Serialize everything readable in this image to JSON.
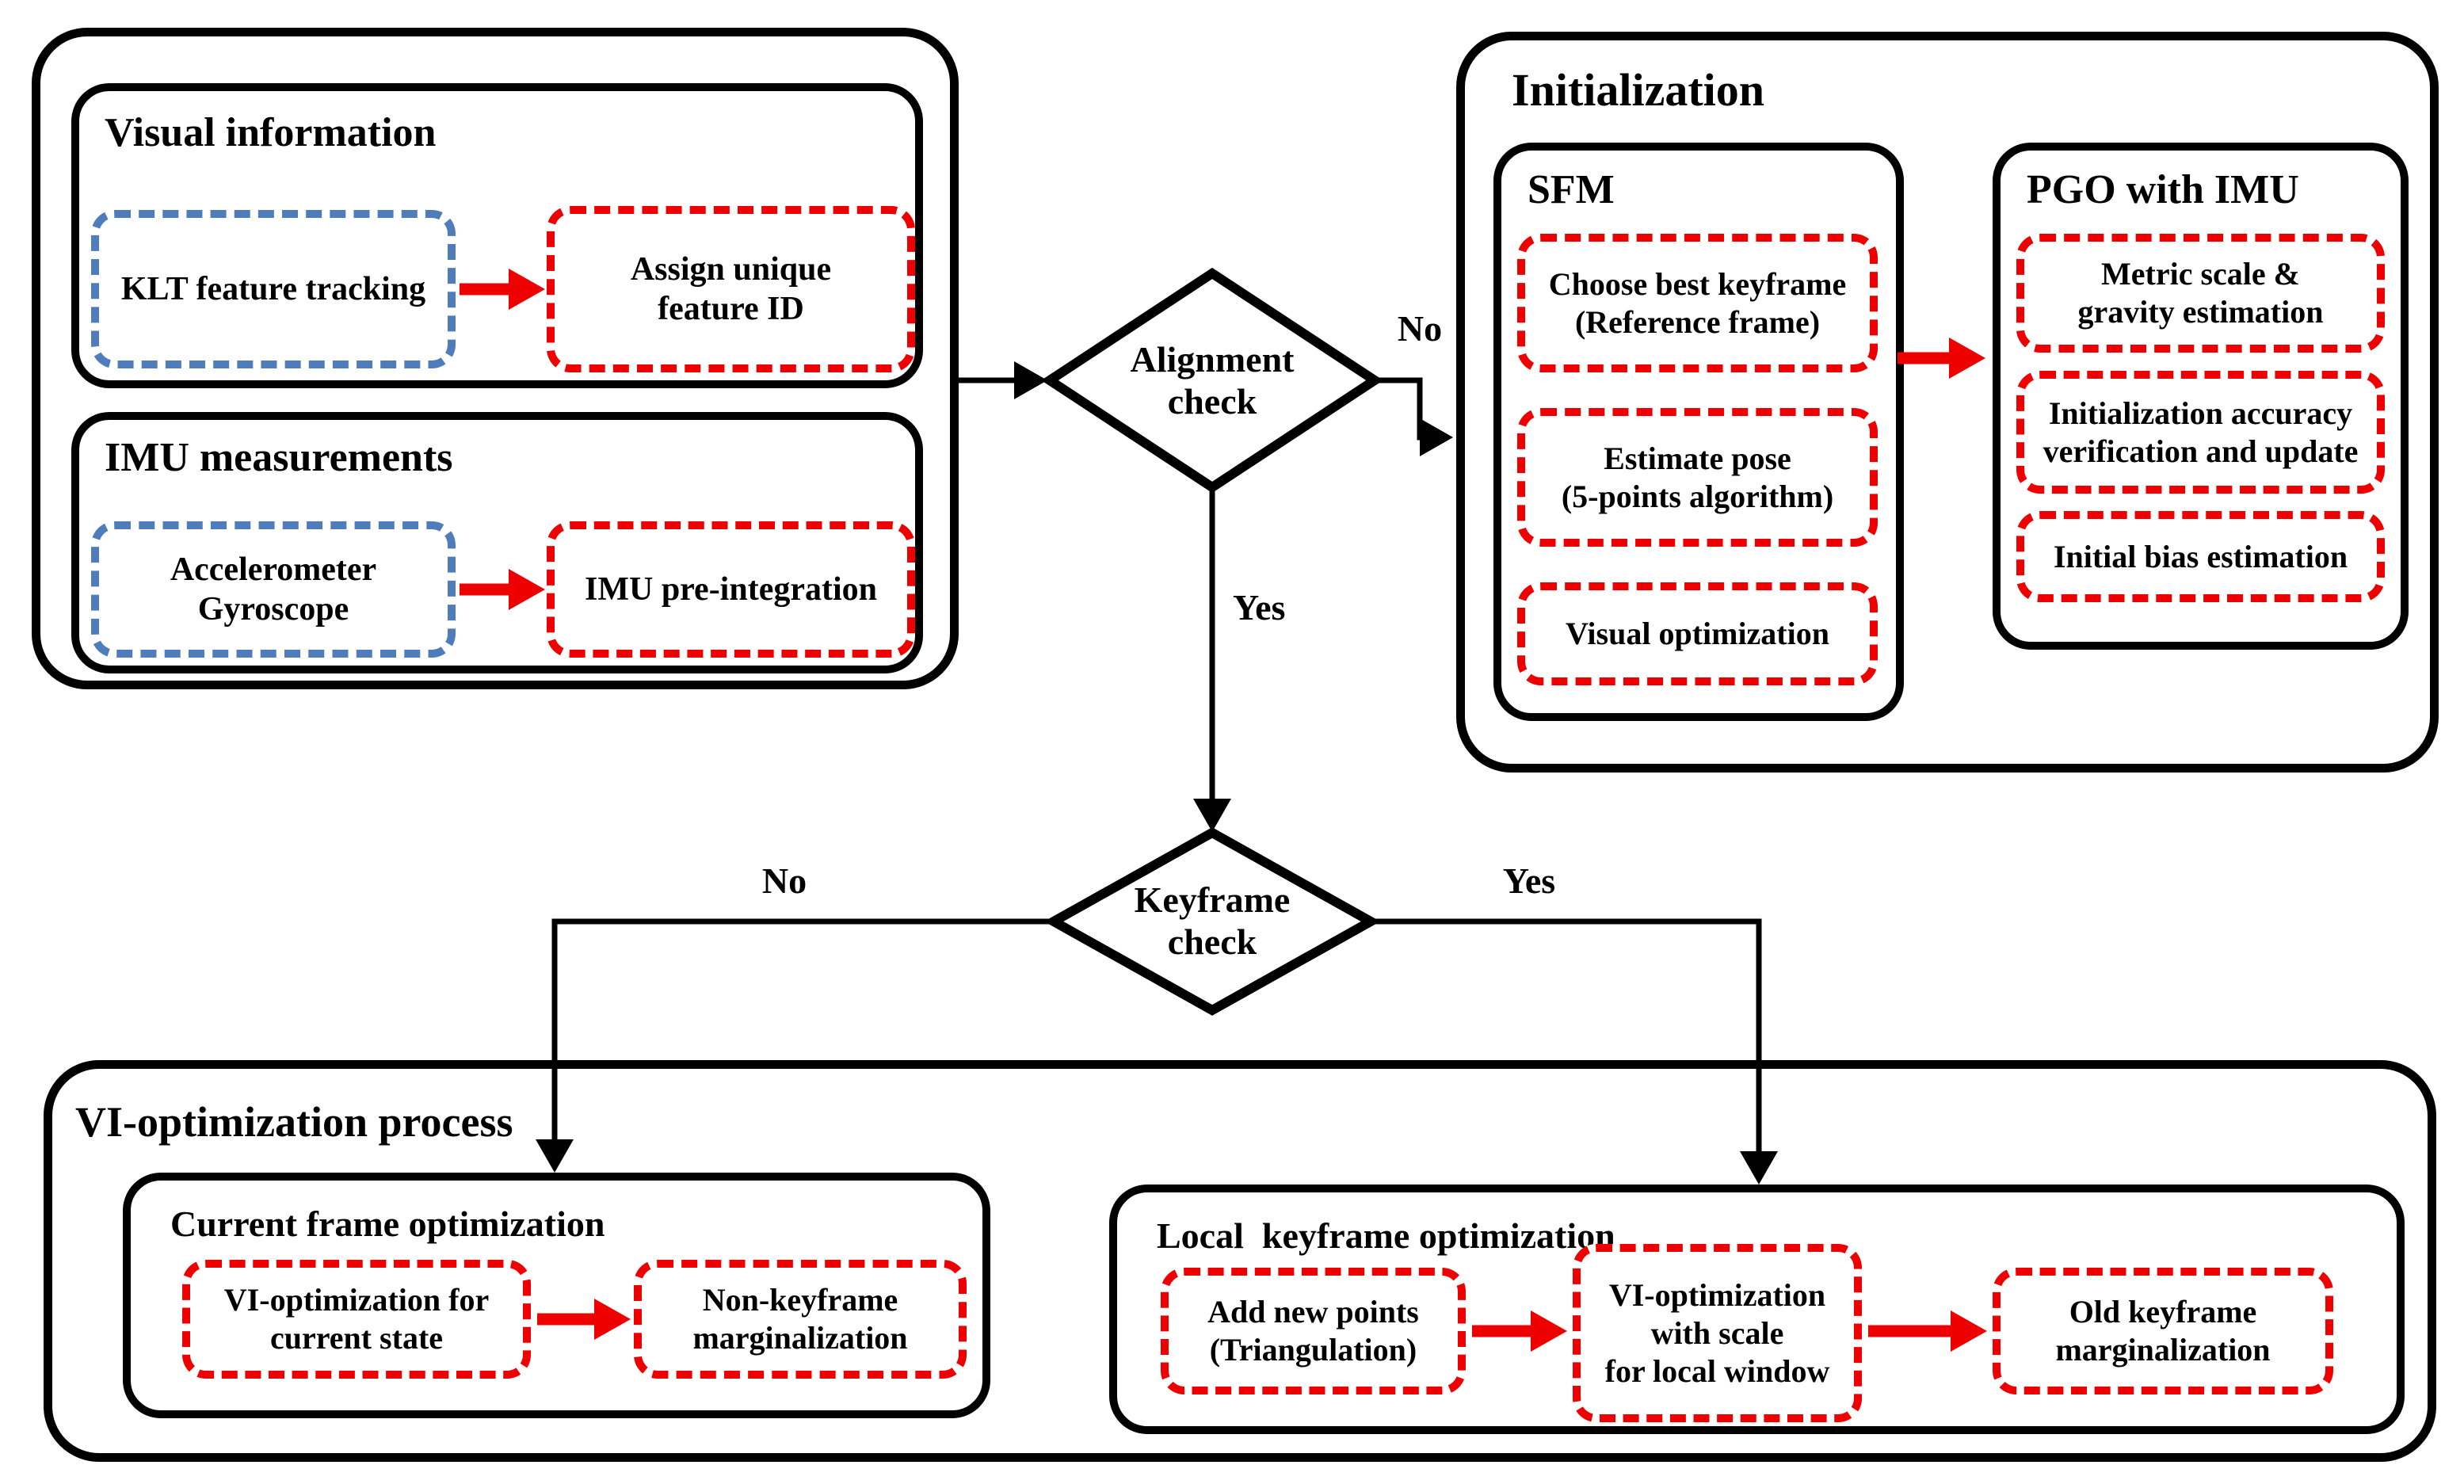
{
  "colors": {
    "accent_red": "#ee0000",
    "accent_blue": "#4f7dbc",
    "line_black": "#000000",
    "background": "#ffffff"
  },
  "input": {
    "visual": {
      "title": "Visual information",
      "tracking": "KLT feature tracking",
      "assign": "Assign unique\nfeature ID"
    },
    "imu": {
      "title": "IMU measurements",
      "sensors": "Accelerometer\nGyroscope",
      "preintegration": "IMU pre-integration"
    }
  },
  "decisions": {
    "alignment": {
      "label": "Alignment\ncheck",
      "no_label": "No",
      "yes_label": "Yes"
    },
    "keyframe": {
      "label": "Keyframe\ncheck",
      "no_label": "No",
      "yes_label": "Yes"
    }
  },
  "initialization": {
    "title": "Initialization",
    "sfm": {
      "title": "SFM",
      "steps": [
        "Choose best keyframe\n(Reference frame)",
        "Estimate pose\n(5-points algorithm)",
        "Visual optimization"
      ]
    },
    "pgo": {
      "title": "PGO with IMU",
      "steps": [
        "Metric scale &\ngravity estimation",
        "Initialization accuracy\nverification and update",
        "Initial bias estimation"
      ]
    }
  },
  "vi_process": {
    "title": "VI-optimization process",
    "current_frame": {
      "title": "Current frame optimization",
      "steps": [
        "VI-optimization for\ncurrent state",
        "Non-keyframe\nmarginalization"
      ]
    },
    "local_keyframe": {
      "title": "Local  keyframe optimization",
      "steps": [
        "Add new points\n(Triangulation)",
        "VI-optimization\nwith scale\nfor local window",
        "Old keyframe\nmarginalization"
      ]
    }
  }
}
